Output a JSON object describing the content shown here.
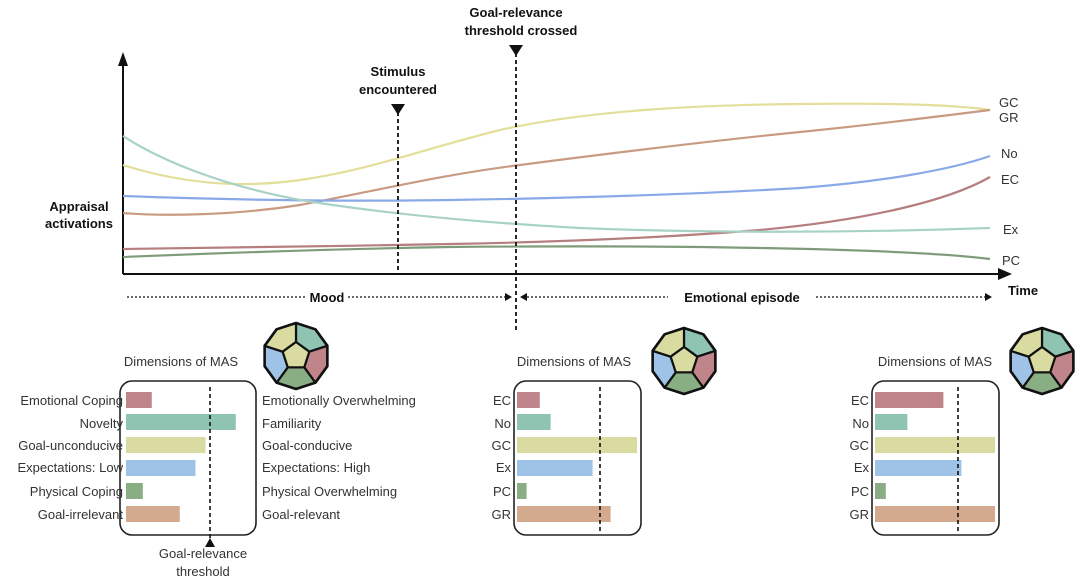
{
  "annotations": {
    "goal_threshold_line1": "Goal-relevance",
    "goal_threshold_line2": "threshold crossed",
    "stimulus_line1": "Stimulus",
    "stimulus_line2": "encountered",
    "y_axis_line1": "Appraisal",
    "y_axis_line2": "activations",
    "mood": "Mood",
    "emotional_episode": "Emotional episode",
    "time": "Time"
  },
  "curve_labels": [
    "GC",
    "GR",
    "No",
    "EC",
    "Ex",
    "PC"
  ],
  "colors": {
    "EC": "#c0858a",
    "No": "#8fc4b2",
    "GC": "#d9dba0",
    "Ex": "#9ec3e6",
    "PC": "#8aae84",
    "GR": "#d4aa8e",
    "GC_line": "#e3df9a",
    "GR_line": "#c99a82",
    "No_line": "#8aa9e8",
    "EC_line": "#b57e7f",
    "Ex_line": "#a9d2c6",
    "PC_line": "#7f9c7a"
  },
  "panels": [
    {
      "title": "Dimensions of MAS",
      "left_labels": [
        "Emotional Coping",
        "Novelty",
        "Goal-unconducive",
        "Expectations: Low",
        "Physical Coping",
        "Goal-irrelevant"
      ],
      "right_labels": [
        "Emotionally Overwhelming",
        "Familiarity",
        "Goal-conducive",
        "Expectations: High",
        "Physical Overwhelming",
        "Goal-relevant"
      ],
      "keys": [
        "EC",
        "No",
        "GC",
        "Ex",
        "PC",
        "GR"
      ],
      "values": [
        0.23,
        0.98,
        0.71,
        0.62,
        0.15,
        0.48
      ],
      "threshold": 0.71,
      "threshold_label_line1": "Goal-relevance",
      "threshold_label_line2": "threshold"
    },
    {
      "title": "Dimensions of MAS",
      "labels": [
        "EC",
        "No",
        "GC",
        "Ex",
        "PC",
        "GR"
      ],
      "keys": [
        "EC",
        "No",
        "GC",
        "Ex",
        "PC",
        "GR"
      ],
      "values": [
        0.19,
        0.28,
        1.0,
        0.63,
        0.08,
        0.78
      ],
      "threshold": 0.73
    },
    {
      "title": "Dimensions of MAS",
      "labels": [
        "EC",
        "No",
        "GC",
        "Ex",
        "PC",
        "GR"
      ],
      "keys": [
        "EC",
        "No",
        "GC",
        "Ex",
        "PC",
        "GR"
      ],
      "values": [
        0.57,
        0.27,
        1.0,
        0.72,
        0.09,
        1.0
      ],
      "threshold": 0.72
    }
  ]
}
